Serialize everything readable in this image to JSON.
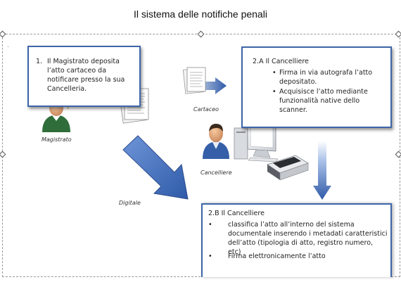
{
  "title": "Il sistema delle notifiche penali",
  "corner_mark": "·",
  "box1": {
    "number": "1.",
    "text": "Il Magistrato deposita l’atto cartaceo da notificare presso la sua Cancelleria."
  },
  "box2a": {
    "heading": "2.A   Il Cancelliere",
    "bullets": [
      "Firma in via autografa l’atto depositato.",
      "Acquisisce l’atto mediante funzionalità native dello scanner."
    ]
  },
  "box2b": {
    "heading": "2.B   Il Cancelliere",
    "bullets": [
      "classifica l’atto all’interno del sistema documentale inserendo i metadati caratteristici dell’atto (tipologia di atto, registro numero, etc)",
      "Firma elettronicamente l’atto"
    ],
    "bullet_glyph": "•"
  },
  "labels": {
    "magistrato": "Magistrato",
    "cartaceo": "Cartaceo",
    "cancelliere": "Cancelliere",
    "digitale": "Digitale"
  },
  "colors": {
    "box_border": "#3d65a8",
    "arrow_blue": "#4a76c4",
    "arrow_dark": "#2e4e8e"
  },
  "icons": [
    "magistrate-icon",
    "document-icon",
    "clerk-icon",
    "computer-icon",
    "scanner-icon"
  ]
}
